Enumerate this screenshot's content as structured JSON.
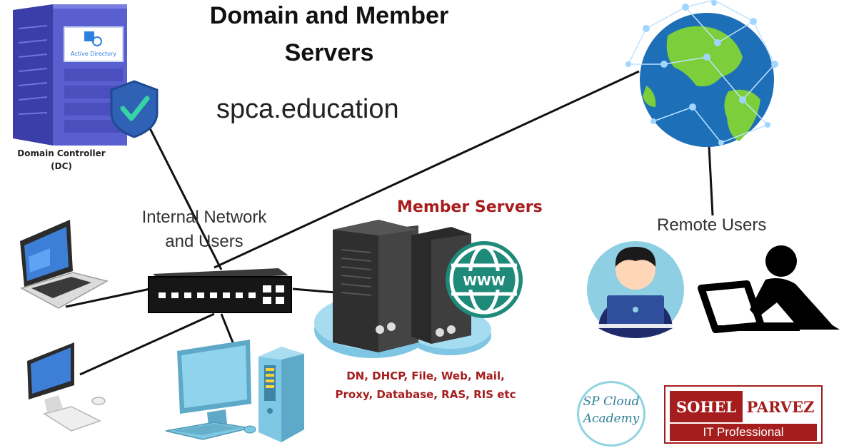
{
  "title": {
    "line1": "Domain and Member",
    "line2": "Servers"
  },
  "site": "spca.education",
  "domain_controller": {
    "screen_label": "Active Directory",
    "label_line1": "Domain Controller",
    "label_line2": "(DC)"
  },
  "internal_network": {
    "line1": "Internal Network",
    "line2": "and Users"
  },
  "member_servers": {
    "label": "Member Servers",
    "services_line1": "DN, DHCP, File, Web, Mail,",
    "services_line2": "Proxy, Database, RAS, RIS etc",
    "www_label": "WWW"
  },
  "remote_users": {
    "label": "Remote Users"
  },
  "logo_sp": {
    "line1": "SP Cloud",
    "line2": "Academy"
  },
  "logo_brand": {
    "left": "SOHEL",
    "right": "PARVEZ",
    "subtitle": "IT Professional"
  },
  "colors": {
    "accent_red": "#a51d1d",
    "server_blue": "#5a5fcf",
    "shield_blue": "#2f62b5",
    "ocean_blue": "#1d6fb8",
    "land_green": "#7ccf3a",
    "pc_blue": "#7ec8e3",
    "member_platform": "#7fc6e4",
    "dark": "#2b2b2b"
  }
}
